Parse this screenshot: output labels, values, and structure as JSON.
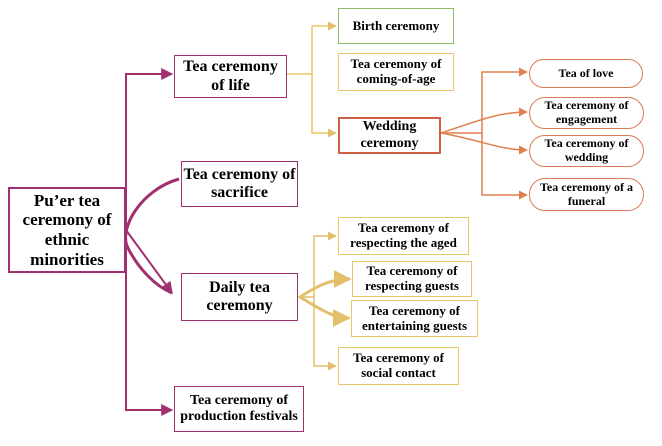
{
  "colors": {
    "level1_line": "#a0306f",
    "daily_branch_line": "#e3bf6a",
    "life_branch_line": "#e9c766",
    "wedding_branch_line": "#e0804f",
    "birth_border": "#8cbf66",
    "wedding_border": "#cf5f41"
  },
  "root": {
    "label": "Pu’er tea ceremony of ethnic minorities"
  },
  "level1": {
    "life": "Tea ceremony of life",
    "sacrifice": "Tea ceremony of sacrifice",
    "daily": "Daily tea ceremony",
    "festivals": "Tea ceremony of production festivals"
  },
  "life_children": {
    "birth": "Birth ceremony",
    "coming_of_age": "Tea ceremony of coming-of-age",
    "wedding": "Wedding ceremony"
  },
  "wedding_children": {
    "love": "Tea of love",
    "engagement": "Tea ceremony of engagement",
    "wedding": "Tea ceremony of wedding",
    "funeral": "Tea ceremony of a funeral"
  },
  "daily_children": {
    "aged": "Tea ceremony of respecting the aged",
    "guests": "Tea ceremony of respecting guests",
    "entertaining": "Tea ceremony of entertaining guests",
    "social": "Tea ceremony of social contact"
  }
}
